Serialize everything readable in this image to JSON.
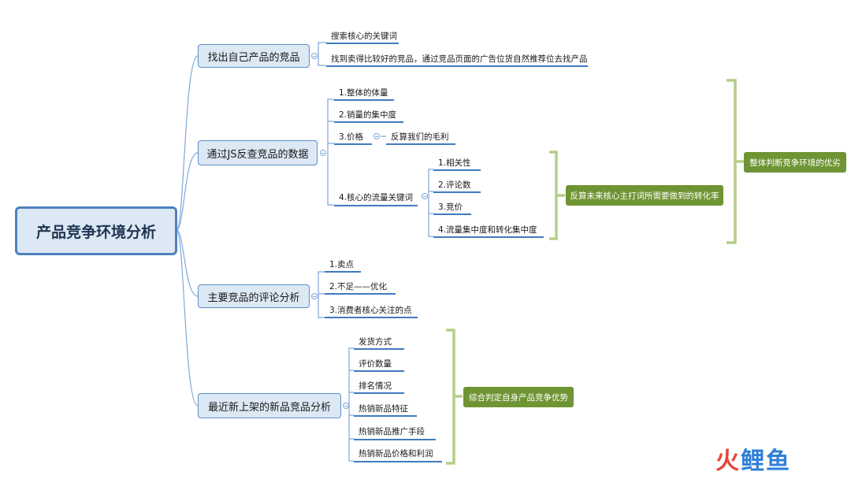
{
  "root": {
    "label": "产品竞争环境分析"
  },
  "branches": [
    {
      "id": "b1",
      "label": "找出自己产品的竞品",
      "leaves": [
        "搜索核心的关键词",
        "找到卖得比较好的竞品，通过竞品页面的广告位货自然推荐位去找产品"
      ]
    },
    {
      "id": "b2",
      "label": "通过JS反查竞品的数据",
      "leaves": [
        "1.整体的体量",
        "2.销量的集中度",
        "3.价格",
        "4.核心的流量关键词"
      ],
      "price_child": "反算我们的毛利",
      "keyword_children": [
        "1.相关性",
        "2.评论数",
        "3.竞价",
        "4.流量集中度和转化集中度"
      ],
      "summary_keywords": "反算未来核心主打词所需要做到的转化率",
      "summary_overall": "整体判断竞争环境的优劣"
    },
    {
      "id": "b3",
      "label": "主要竞品的评论分析",
      "leaves": [
        "1.卖点",
        "2.不足——优化",
        "3.消费者核心关注的点"
      ]
    },
    {
      "id": "b4",
      "label": "最近新上架的新品竞品分析",
      "leaves": [
        "发货方式",
        "评价数量",
        "排名情况",
        "热销新品特征",
        "热销新品推广手段",
        "热销新品价格和利润"
      ],
      "summary": "综合判定自身产品竞争优势"
    }
  ],
  "watermark": {
    "chars": [
      "火",
      "鲤",
      "鱼"
    ],
    "colors": [
      "#e8443a",
      "#2f7fd8",
      "#2f7fd8"
    ]
  },
  "colors": {
    "line": "#7da7d9",
    "bracket": "#b5cf87",
    "summary": "#6f9433"
  }
}
